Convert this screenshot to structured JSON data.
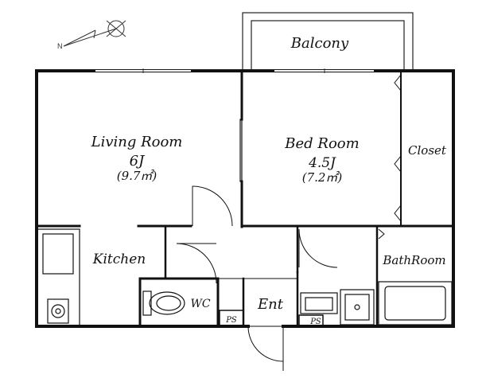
{
  "compass": {
    "north_label": "N"
  },
  "rooms": {
    "balcony": {
      "name": "Balcony"
    },
    "living": {
      "name": "Living Room",
      "size": "6J",
      "area": "(9.7㎡)"
    },
    "bed": {
      "name": "Bed Room",
      "size": "4.5J",
      "area": "(7.2㎡)"
    },
    "closet": {
      "name": "Closet"
    },
    "kitchen": {
      "name": "Kitchen"
    },
    "bath": {
      "name": "BathRoom"
    },
    "wc": {
      "name": "WC"
    },
    "entrance": {
      "name": "Ent"
    },
    "ps_left": {
      "name": "PS"
    },
    "ps_right": {
      "name": "PS"
    }
  }
}
